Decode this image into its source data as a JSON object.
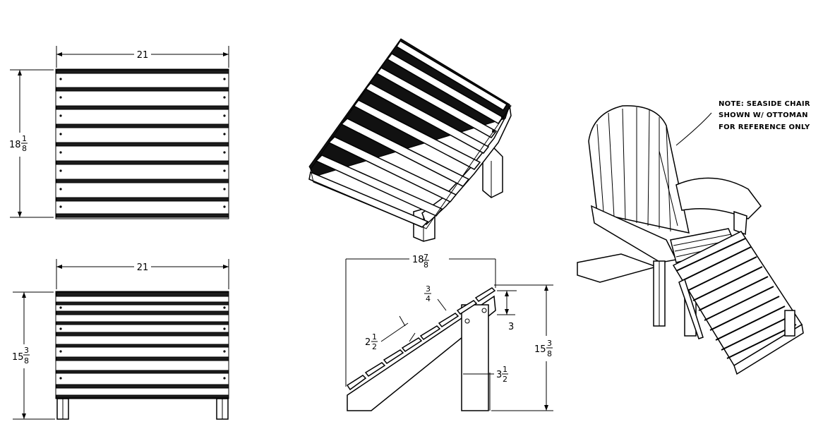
{
  "top_view": {
    "width_label": "21",
    "depth_whole": "18",
    "depth_num": "1",
    "depth_den": "8"
  },
  "front_view": {
    "width_label": "21",
    "height_whole": "15",
    "height_num": "3",
    "height_den": "8"
  },
  "side_view": {
    "top_whole": "18",
    "top_num": "7",
    "top_den": "8",
    "slat_gap_num": "3",
    "slat_gap_den": "4",
    "slat_width_whole": "2",
    "slat_width_num": "1",
    "slat_width_den": "2",
    "rise_label": "3",
    "leg_whole": "3",
    "leg_num": "1",
    "leg_den": "2",
    "height_whole": "15",
    "height_num": "3",
    "height_den": "8"
  },
  "note": {
    "line1": "NOTE: SEASIDE CHAIR",
    "line2": "SHOWN W/ OTTOMAN",
    "line3": "FOR REFERENCE ONLY"
  }
}
